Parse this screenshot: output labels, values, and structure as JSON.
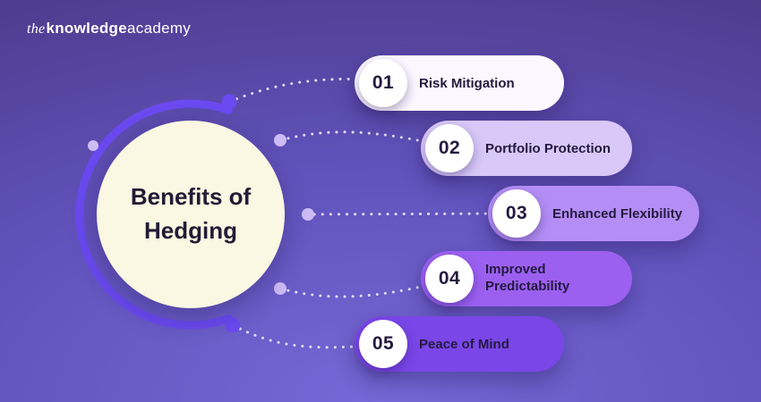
{
  "logo": {
    "the": "the",
    "knowledge": "knowledge",
    "academy": "academy"
  },
  "center": {
    "title_line1": "Benefits of",
    "title_line2": "Hedging"
  },
  "items": [
    {
      "number": "01",
      "label": "Risk Mitigation",
      "pill_color": "#fbf8ff"
    },
    {
      "number": "02",
      "label": "Portfolio Protection",
      "pill_color": "#d9c8f8"
    },
    {
      "number": "03",
      "label": "Enhanced Flexibility",
      "pill_color": "#b48ef5"
    },
    {
      "number": "04",
      "label": "Improved Predictability",
      "pill_color": "#9c60f1"
    },
    {
      "number": "05",
      "label": "Peace of Mind",
      "pill_color": "#7a46e8"
    }
  ],
  "colors": {
    "background_top": "#46357e",
    "background_bottom": "#7668d6",
    "ring": "#6a4af0",
    "ring_anchor_dot": "#cdbcf6",
    "connector": "#e3dafa",
    "center_circle": "#faf7e3",
    "badge_background": "#ffffff",
    "text_dark": "#241a3e",
    "logo_text": "#ffffff"
  }
}
